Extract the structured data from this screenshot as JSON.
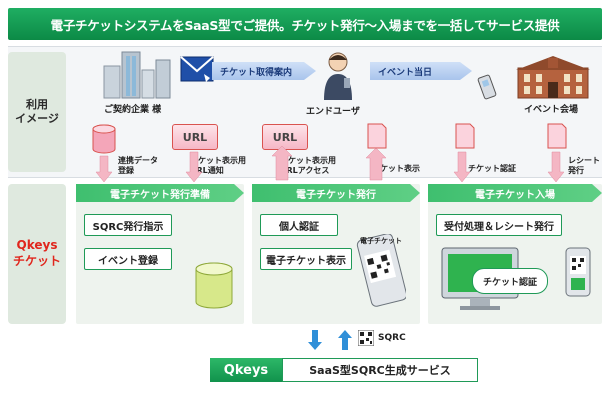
{
  "banner": {
    "title": "電子チケットシステムをSaaS型でご提供。チケット発行～入場までを一括してサービス提供"
  },
  "lanes": {
    "usage": "利用\nイメージ",
    "qkeys": "Qkeys\nチケット"
  },
  "nodes": {
    "company": "ご契約企業 様",
    "end_user": "エンドユーザ",
    "venue": "イベント会場"
  },
  "flows": {
    "ticket_guide": "チケット取得案内",
    "event_day": "イベント当日"
  },
  "items": {
    "data_reg": "連携データ\n登録",
    "url": "URL",
    "url_notify": "チケット表示用\nURL通知",
    "url_access": "チケット表示用\nURLアクセス",
    "ticket_display": "チケット表示",
    "ticket_auth": "チケット認証",
    "receipt": "レシート\n発行"
  },
  "panels": [
    {
      "title": "電子チケット発行準備",
      "boxes": [
        "SQRC発行指示",
        "イベント登録"
      ]
    },
    {
      "title": "電子チケット発行",
      "boxes": [
        "個人認証",
        "電子チケット表示"
      ],
      "phone_label": "電子チケット"
    },
    {
      "title": "電子チケット入場",
      "boxes": [
        "受付処理＆レシート発行"
      ],
      "bubble": "チケット認証"
    }
  ],
  "bottom": {
    "logo": "Qkeys",
    "service": "SaaS型SQRC生成サービス",
    "sqrc": "SQRC"
  },
  "colors": {
    "green": "#1fae62",
    "pink": "#f6b7c6",
    "blue": "#a9c4ec",
    "red": "#e0261d"
  }
}
